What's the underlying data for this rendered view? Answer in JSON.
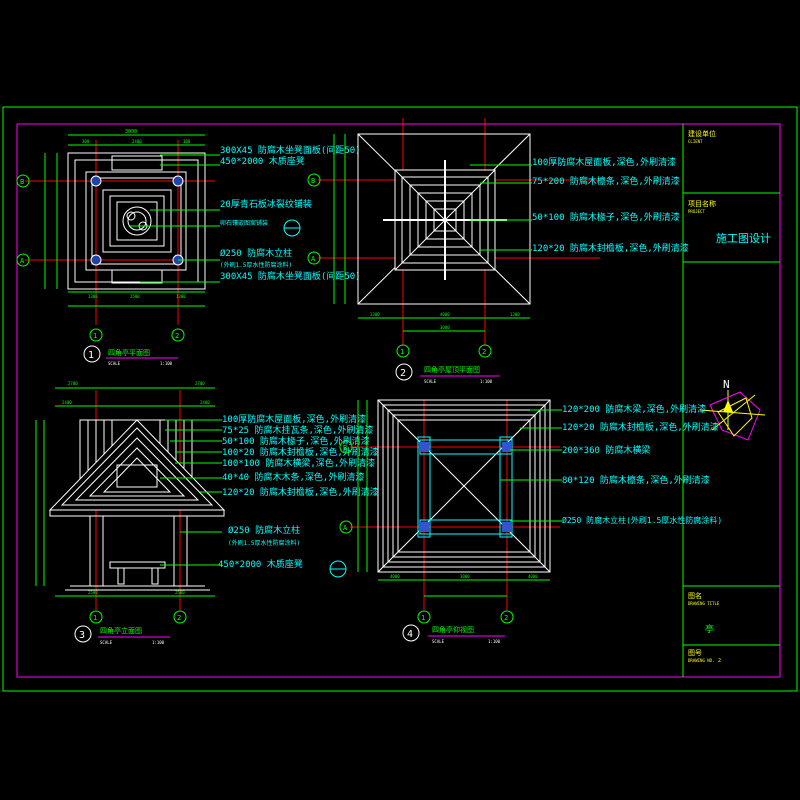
{
  "title_block": {
    "client_label": "建设单位",
    "client_en": "CLIENT",
    "project_label": "项目名称",
    "project_en": "PROJECT",
    "project_name": "施工图设计",
    "drawing_title_label": "图名",
    "drawing_title_en": "DRAWING TITLE",
    "drawing_title_value": "亭",
    "drawing_no_label": "图号",
    "drawing_no_en": "DRAWING NO.",
    "drawing_no_value": "2",
    "north": "N"
  },
  "views": [
    {
      "num": "1",
      "title": "四角亭平面图",
      "scale": "1:100",
      "scale_label": "SCALE"
    },
    {
      "num": "2",
      "title": "四角亭屋顶平面图",
      "scale": "1:100",
      "scale_label": "SCALE"
    },
    {
      "num": "3",
      "title": "四角亭立面图",
      "scale": "1:100",
      "scale_label": "SCALE"
    },
    {
      "num": "4",
      "title": "四角亭仰视图",
      "scale": "1:100",
      "scale_label": "SCALE"
    }
  ],
  "notes": {
    "plan": [
      "300X45 防腐木坐凳面板(间距50)",
      "450*2000 木质座凳",
      "20厚青石板冰裂纹铺装",
      "卵石镶嵌图案铺装",
      "Ø250 防腐木立柱",
      "(外刷1.5厚水性防腐涂料)",
      "300X45 防腐木坐凳面板(间距50)"
    ],
    "roof": [
      "100厚防腐木屋面板,深色,外刷清漆",
      "75*200 防腐木檩条,深色,外刷清漆",
      "50*100 防腐木椽子,深色,外刷清漆",
      "120*20 防腐木封檐板,深色,外刷清漆"
    ],
    "elevation": [
      "100厚防腐木屋面板,深色,外刷清漆",
      "75*25 防腐木挂瓦条,深色,外刷清漆",
      "50*100 防腐木椽子,深色,外刷清漆",
      "100*20 防腐木封檐板,深色,外刷清漆",
      "100*100 防腐木横梁,深色,外刷清漆",
      "40*40 防腐木木条,深色,外刷清漆",
      "120*20 防腐木封檐板,深色,外刷清漆",
      "Ø250 防腐木立柱",
      "(外刷1.5厚水性防腐涂料)",
      "450*2000 木质座凳"
    ],
    "ceiling": [
      "120*200 防腐木梁,深色,外刷清漆",
      "120*20 防腐木封檐板,深色,外刷清漆",
      "200*360 防腐木横梁",
      "80*120 防腐木檩条,深色,外刷清漆",
      "Ø250 防腐木立柱(外刷1.5厚水性防腐涂料)"
    ]
  },
  "grid": {
    "a": "A",
    "b": "B",
    "one": "1",
    "two": "2"
  },
  "dims": {
    "plan_top": [
      "3000",
      "300",
      "2400",
      "300"
    ],
    "plan_bottom": [
      "1300",
      "2500",
      "1300"
    ],
    "roof_bottom": [
      "1300",
      "4000",
      "1300",
      "3000"
    ],
    "elev_top": [
      "2700",
      "2700",
      "2400",
      "2400"
    ],
    "elev_bottom": [
      "2500",
      "2500"
    ],
    "ceiling_bottom": [
      "4000",
      "3000",
      "4000"
    ]
  },
  "colors": {
    "frame_green": "#00ff00",
    "frame_magenta": "#ff00ff",
    "line_white": "#ffffff",
    "cyan": "#00ffff",
    "red": "#ff0000",
    "yellow": "#ffff00",
    "green_dim": "#00c000"
  }
}
